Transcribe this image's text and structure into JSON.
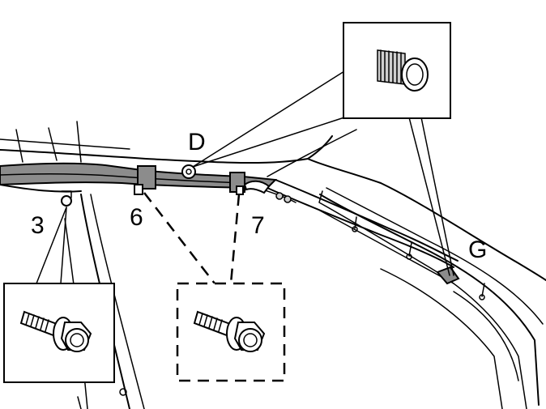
{
  "callouts": {
    "c3": "3",
    "c6": "6",
    "c7": "7",
    "cD": "D",
    "cG": "G"
  },
  "colors": {
    "line": "#000000",
    "fill_grey": "#8c8c8c",
    "background": "#ffffff"
  },
  "icons": [
    "bolt-icon",
    "clip-icon",
    "bolt-icon"
  ]
}
